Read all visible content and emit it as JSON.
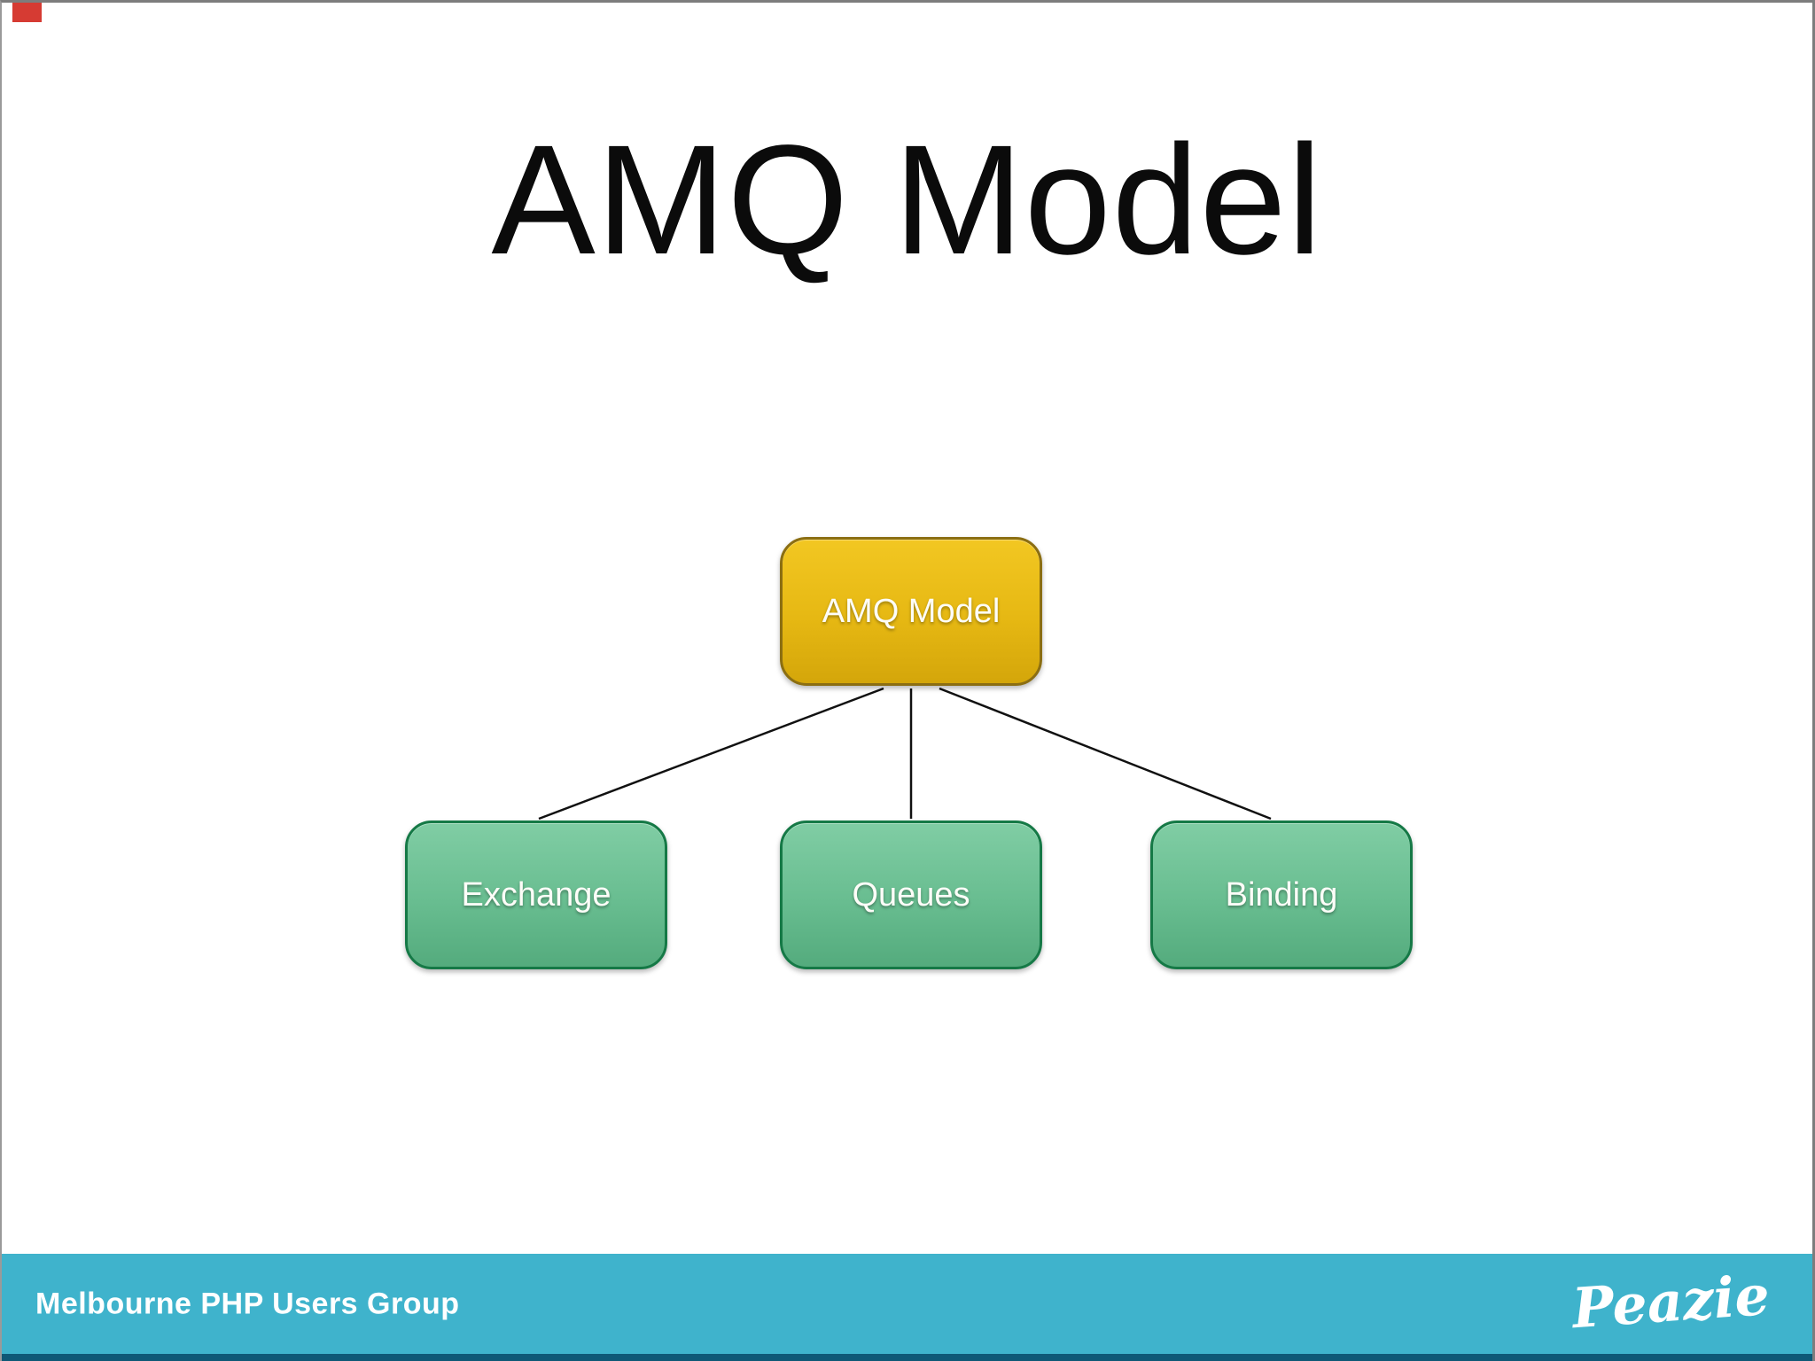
{
  "slide": {
    "title": "AMQ Model",
    "diagram": {
      "type": "tree",
      "root": {
        "label": "AMQ Model"
      },
      "children": [
        {
          "label": "Exchange"
        },
        {
          "label": "Queues"
        },
        {
          "label": "Binding"
        }
      ]
    },
    "footer": {
      "left_text": "Melbourne PHP Users Group",
      "logo_text": "Peazie"
    },
    "colors": {
      "root_node_fill_top": "#f2c722",
      "root_node_fill_bottom": "#d4a60a",
      "root_node_border": "#8b6e12",
      "child_node_fill_top": "#80cda4",
      "child_node_fill_bottom": "#54ab7d",
      "child_node_border": "#157946",
      "node_text": "#ffffff",
      "footer_bar": "#3fb3cc",
      "footer_bottom_strip": "#0e5876",
      "title_text": "#0b0b0b",
      "corner_marker": "#d63b33",
      "connector_line": "#111111"
    }
  }
}
